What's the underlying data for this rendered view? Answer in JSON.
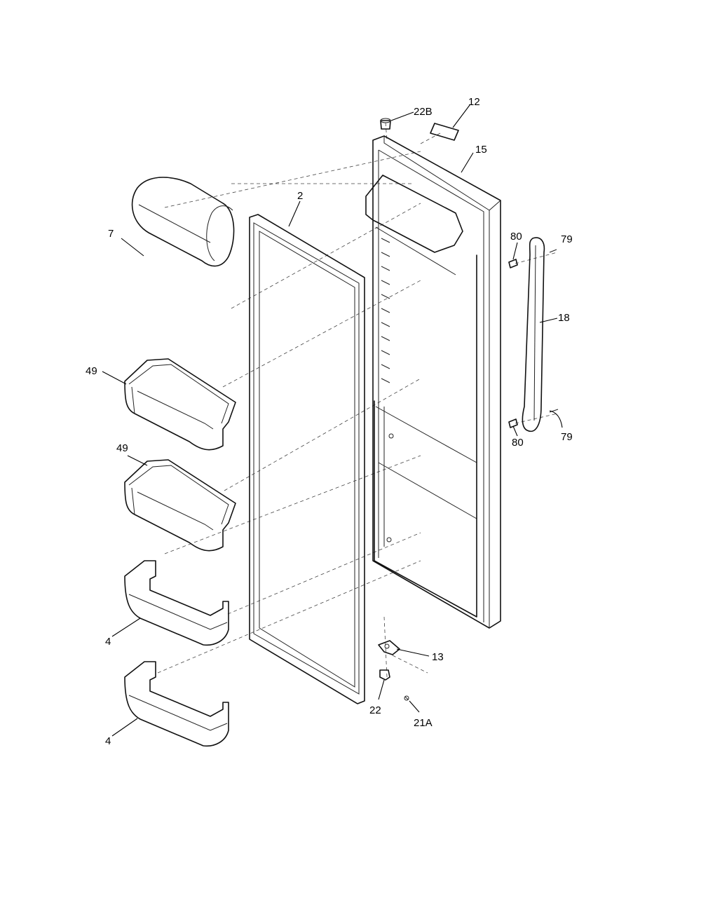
{
  "diagram": {
    "parts": [
      {
        "id": "part-7",
        "label": "7",
        "kind": "dairy-bin"
      },
      {
        "id": "part-2",
        "label": "2",
        "kind": "door-gasket"
      },
      {
        "id": "part-49a",
        "label": "49",
        "kind": "door-bin"
      },
      {
        "id": "part-49b",
        "label": "49",
        "kind": "door-bin"
      },
      {
        "id": "part-4a",
        "label": "4",
        "kind": "door-shelf"
      },
      {
        "id": "part-4b",
        "label": "4",
        "kind": "door-shelf"
      },
      {
        "id": "part-22b",
        "label": "22B",
        "kind": "hinge-bushing-top"
      },
      {
        "id": "part-12",
        "label": "12",
        "kind": "label-plate"
      },
      {
        "id": "part-15",
        "label": "15",
        "kind": "door-assembly"
      },
      {
        "id": "part-80a",
        "label": "80",
        "kind": "handle-fastener"
      },
      {
        "id": "part-79a",
        "label": "79",
        "kind": "screw"
      },
      {
        "id": "part-18",
        "label": "18",
        "kind": "door-handle"
      },
      {
        "id": "part-80b",
        "label": "80",
        "kind": "handle-fastener"
      },
      {
        "id": "part-79b",
        "label": "79",
        "kind": "screw"
      },
      {
        "id": "part-13",
        "label": "13",
        "kind": "hinge-bracket"
      },
      {
        "id": "part-22",
        "label": "22",
        "kind": "hinge-bushing-bottom"
      },
      {
        "id": "part-21a",
        "label": "21A",
        "kind": "screw"
      }
    ]
  }
}
